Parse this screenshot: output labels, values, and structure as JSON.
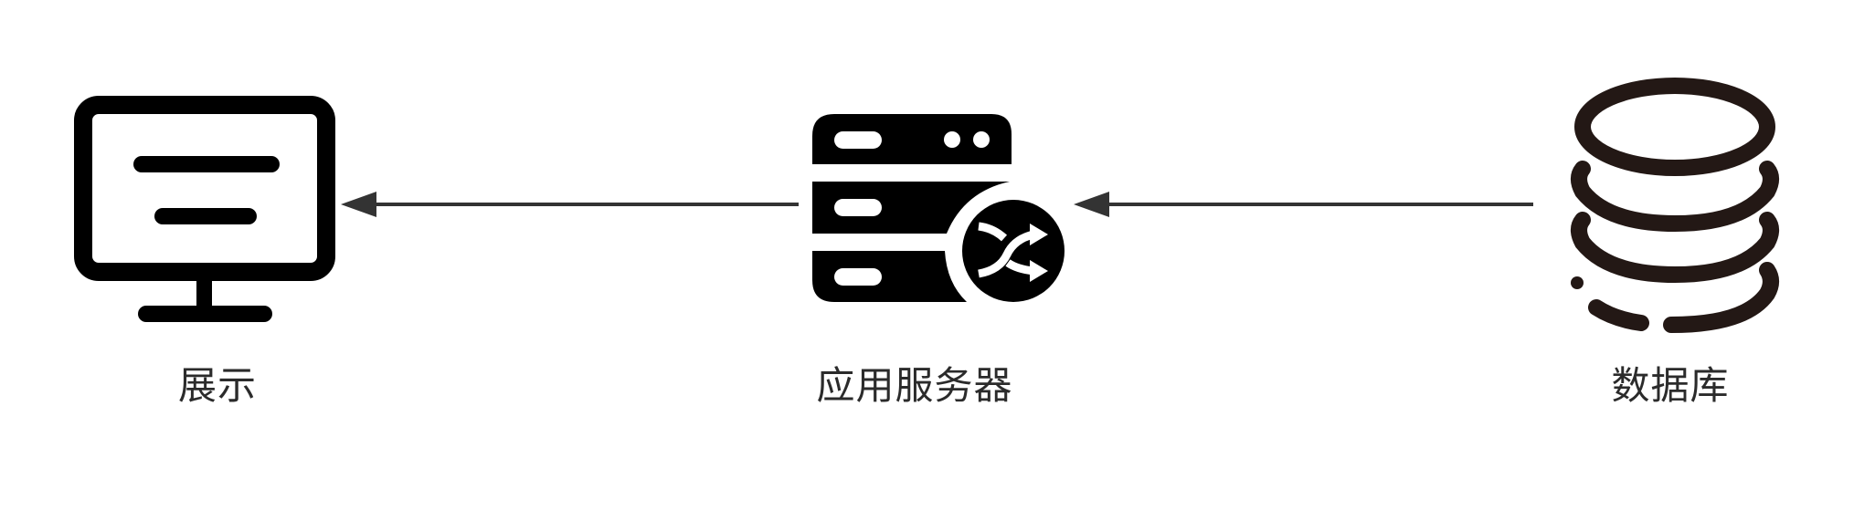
{
  "nodes": {
    "display": {
      "label": "展示",
      "icon": "monitor-icon"
    },
    "app_server": {
      "label": "应用服务器",
      "icon": "server-sync-icon"
    },
    "database": {
      "label": "数据库",
      "icon": "database-icon"
    }
  },
  "edges": [
    {
      "from": "app_server",
      "to": "display",
      "style": "arrow"
    },
    {
      "from": "database",
      "to": "app_server",
      "style": "arrow"
    }
  ],
  "colors": {
    "icon": "#000000",
    "database_icon": "#231815",
    "arrow": "#333333",
    "label_text": "#2b2b2b"
  }
}
